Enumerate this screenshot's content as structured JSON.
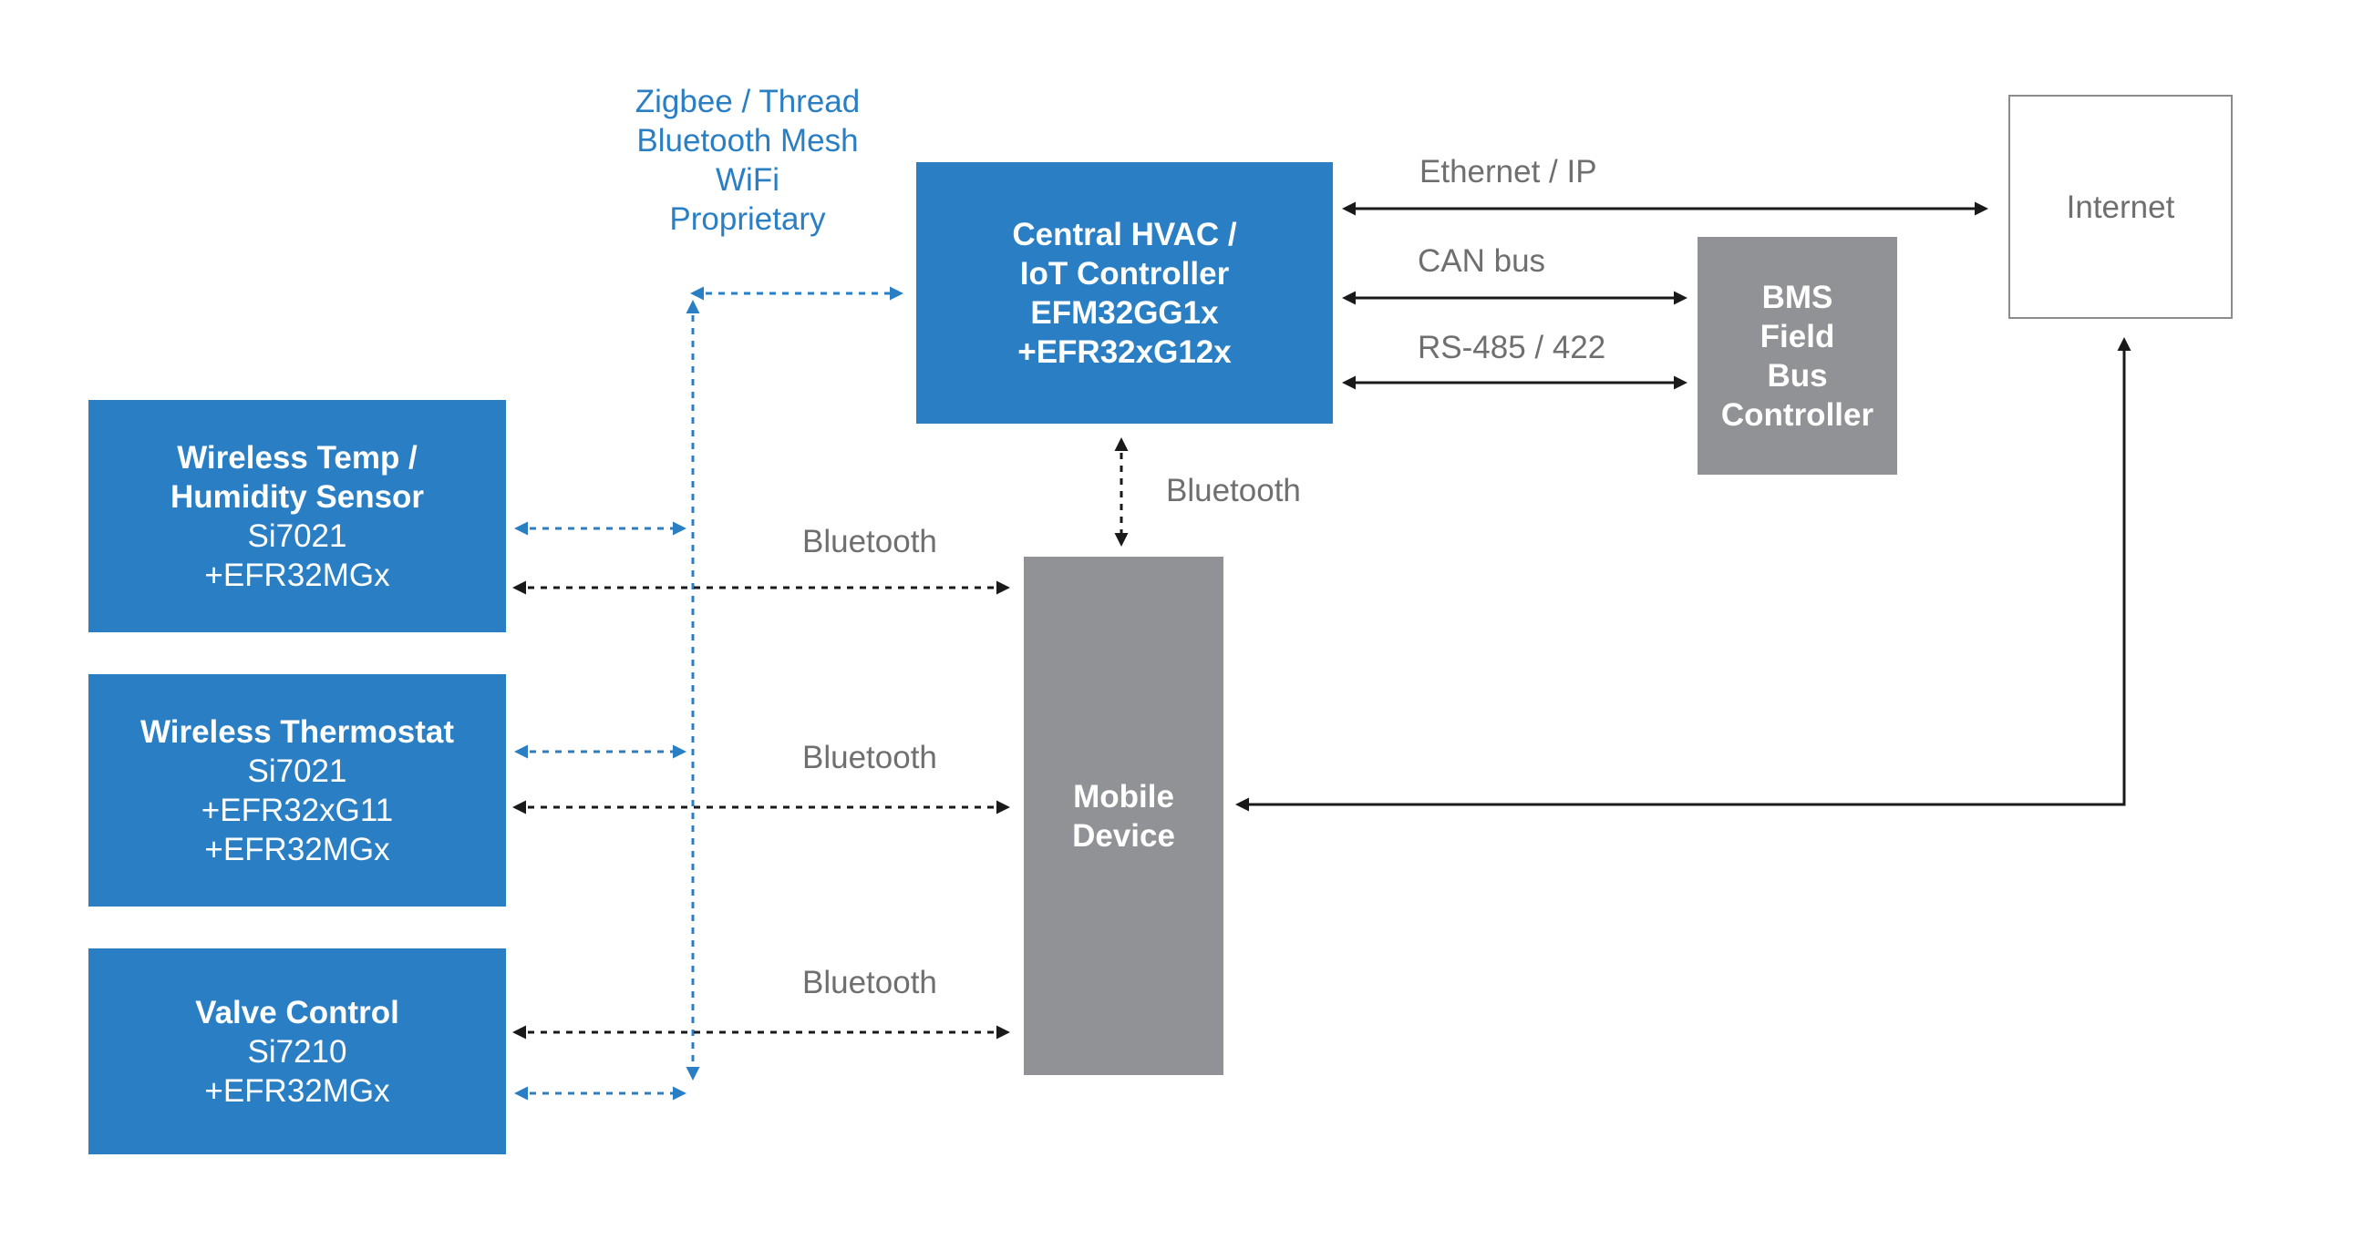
{
  "wireless_protocols": [
    "Zigbee / Thread",
    "Bluetooth Mesh",
    "WiFi",
    "Proprietary"
  ],
  "controller": {
    "lines": [
      "Central HVAC /",
      "IoT Controller",
      "EFM32GG1x",
      "+EFR32xG12x"
    ]
  },
  "bms": {
    "lines": [
      "BMS",
      "Field",
      "Bus",
      "Controller"
    ]
  },
  "internet": {
    "label": "Internet"
  },
  "mobile": {
    "lines": [
      "Mobile",
      "Device"
    ]
  },
  "sensor": {
    "title": [
      "Wireless Temp /",
      "Humidity Sensor"
    ],
    "parts": [
      "Si7021",
      "+EFR32MGx"
    ]
  },
  "thermostat": {
    "title": [
      "Wireless Thermostat"
    ],
    "parts": [
      "Si7021",
      "+EFR32xG11",
      "+EFR32MGx"
    ]
  },
  "valve": {
    "title": [
      "Valve Control"
    ],
    "parts": [
      "Si7210",
      "+EFR32MGx"
    ]
  },
  "links": {
    "ethernet": "Ethernet / IP",
    "can": "CAN bus",
    "rs485": "RS-485 / 422",
    "bt_controller": "Bluetooth",
    "bt_sensor": "Bluetooth",
    "bt_thermostat": "Bluetooth",
    "bt_valve": "Bluetooth"
  },
  "colors": {
    "blue": "#2a7fc4",
    "gray": "#919295",
    "line": "#1a1a1a",
    "text_gray": "#6f6f6f"
  }
}
